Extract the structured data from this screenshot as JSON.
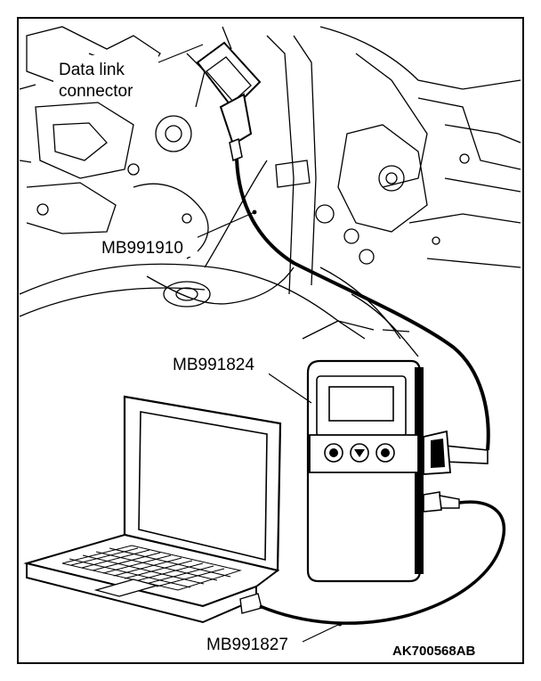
{
  "labels": {
    "connector_line1": "Data link",
    "connector_line2": "connector",
    "cable_top": "MB991910",
    "scan_tool": "MB991824",
    "cable_bottom": "MB991827",
    "figure_code": "AK700568AB"
  }
}
